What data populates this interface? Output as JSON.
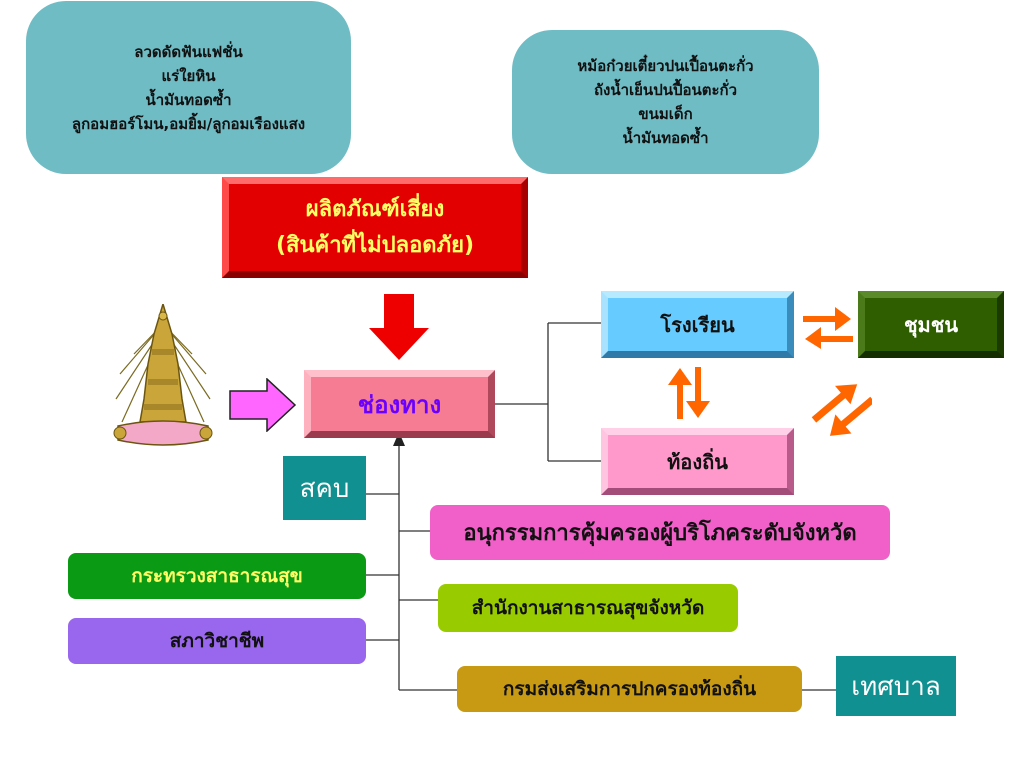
{
  "top_left_bubble": {
    "lines": [
      "ลวดดัดฟันแฟชั่น",
      "แร่ใยหิน",
      "น้ำมันทอดซ้ำ",
      "ลูกอมฮอร์โมน,อมยิ้ม/ลูกอมเรืองแสง"
    ]
  },
  "top_right_bubble": {
    "lines": [
      "หม้อก๋วยเตี๋ยวปนเปื้อนตะกั่ว",
      "ถังน้ำเย็นปนปื้อนตะกั่ว",
      "ขนมเด็ก",
      "น้ำมันทอดซ้ำ"
    ]
  },
  "risk_product": {
    "line1": "ผลิตภัณฑ์เสี่ยง",
    "line2": "(สินค้าที่ไม่ปลอดภัย)"
  },
  "channel_label": "ช่องทาง",
  "school_label": "โรงเรียน",
  "local_label": "ท้องถิ่น",
  "community_label": "ชุมชน",
  "skb_label": "สคบ",
  "provincial_committee_label": "อนุกรรมการคุ้มครองผู้บริโภคระดับจังหวัด",
  "ministry_label": "กระทรวงสาธารณสุข",
  "provincial_office_label": "สำนักงานสาธารณสุขจังหวัด",
  "professional_council_label": "สภาวิชาชีพ",
  "local_admin_dept_label": "กรมส่งเสริมการปกครองท้องถิ่น",
  "municipality_label": "เทศบาล",
  "colors": {
    "teal_bubble": "#6fbcc5",
    "risk_red": "#e30000",
    "arrow_red": "#ee0000",
    "arrow_orange": "#ff6600",
    "arrow_magenta": "#ff66ff"
  }
}
